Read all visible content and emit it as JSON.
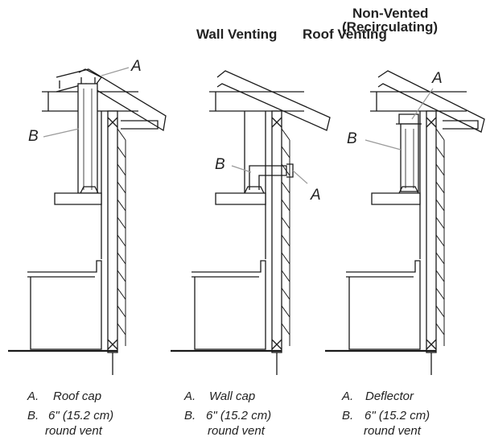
{
  "titles": {
    "wall": "Wall Venting",
    "roof": "Roof Venting",
    "nonvented_1": "Non-Vented",
    "nonvented_2": "(Recirculating)"
  },
  "panels": [
    {
      "id": "roof",
      "callout_a": "A",
      "callout_b": "B",
      "legend": [
        {
          "key": "A.",
          "text": "Roof cap"
        },
        {
          "key": "B.",
          "text": "6\" (15.2 cm)"
        },
        {
          "key": "",
          "text": "round vent"
        }
      ]
    },
    {
      "id": "wall",
      "callout_a": "A",
      "callout_b": "B",
      "legend": [
        {
          "key": "A.",
          "text": "Wall cap"
        },
        {
          "key": "B.",
          "text": "6\" (15.2 cm)"
        },
        {
          "key": "",
          "text": "round vent"
        }
      ]
    },
    {
      "id": "nonvented",
      "callout_a": "A",
      "callout_b": "B",
      "legend": [
        {
          "key": "A.",
          "text": "Deflector"
        },
        {
          "key": "B.",
          "text": "6\" (15.2 cm)"
        },
        {
          "key": "",
          "text": "round vent"
        }
      ]
    }
  ],
  "colors": {
    "line": "#1a1a1a",
    "label": "#222222",
    "callout_line": "#9a9a9a"
  }
}
